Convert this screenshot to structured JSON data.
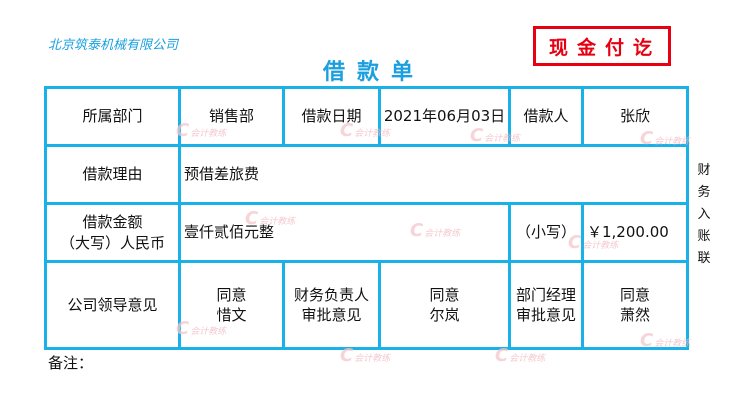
{
  "company_name": "北京筑泰机械有限公司",
  "stamp_text": "现金付讫",
  "title": "借款单",
  "table": {
    "row1": {
      "dept_label": "所属部门",
      "dept_value": "销售部",
      "date_label": "借款日期",
      "date_value": "2021年06月03日",
      "borrower_label": "借款人",
      "borrower_value": "张欣"
    },
    "row2": {
      "reason_label": "借款理由",
      "reason_value": "预借差旅费"
    },
    "row3": {
      "amount_label_line1": "借款金额",
      "amount_label_line2": "（大写）人民币",
      "amount_upper_value": "壹仟贰佰元整",
      "amount_lower_label": "（小写）",
      "amount_lower_value": "￥1,200.00"
    },
    "row4": {
      "company_leader_label": "公司领导意见",
      "company_leader_opinion_line1": "同意",
      "company_leader_opinion_line2": "惜文",
      "finance_head_label_line1": "财务负责人",
      "finance_head_label_line2": "审批意见",
      "finance_head_opinion_line1": "同意",
      "finance_head_opinion_line2": "尔岚",
      "dept_manager_label_line1": "部门经理",
      "dept_manager_label_line2": "审批意见",
      "dept_manager_opinion_line1": "同意",
      "dept_manager_opinion_line2": "萧然"
    }
  },
  "side_label": [
    "财",
    "务",
    "入",
    "账",
    "联"
  ],
  "remark_label": "备注：",
  "watermark_text": "会计教练",
  "colors": {
    "accent_blue": "#1ab0e8",
    "title_blue": "#1a9fe0",
    "stamp_red": "#e60012"
  }
}
